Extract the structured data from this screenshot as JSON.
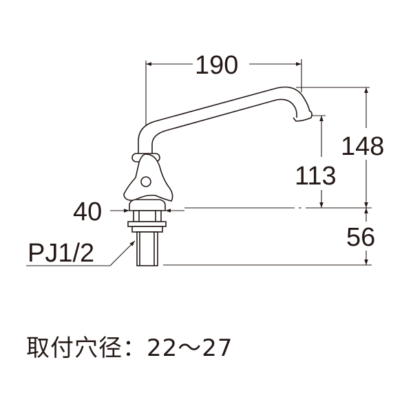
{
  "diagram": {
    "subject": "faucet-dimension-drawing",
    "colors": {
      "line": "#231815",
      "background": "#ffffff"
    },
    "dimensions": {
      "spout_reach": "190",
      "total_height": "148",
      "spout_outlet_height": "113",
      "body_width": "40",
      "shank_length": "56",
      "thread_size": "PJ1/2"
    },
    "note": {
      "label": "取付穴径",
      "separator": "：",
      "value": "22～27"
    }
  }
}
